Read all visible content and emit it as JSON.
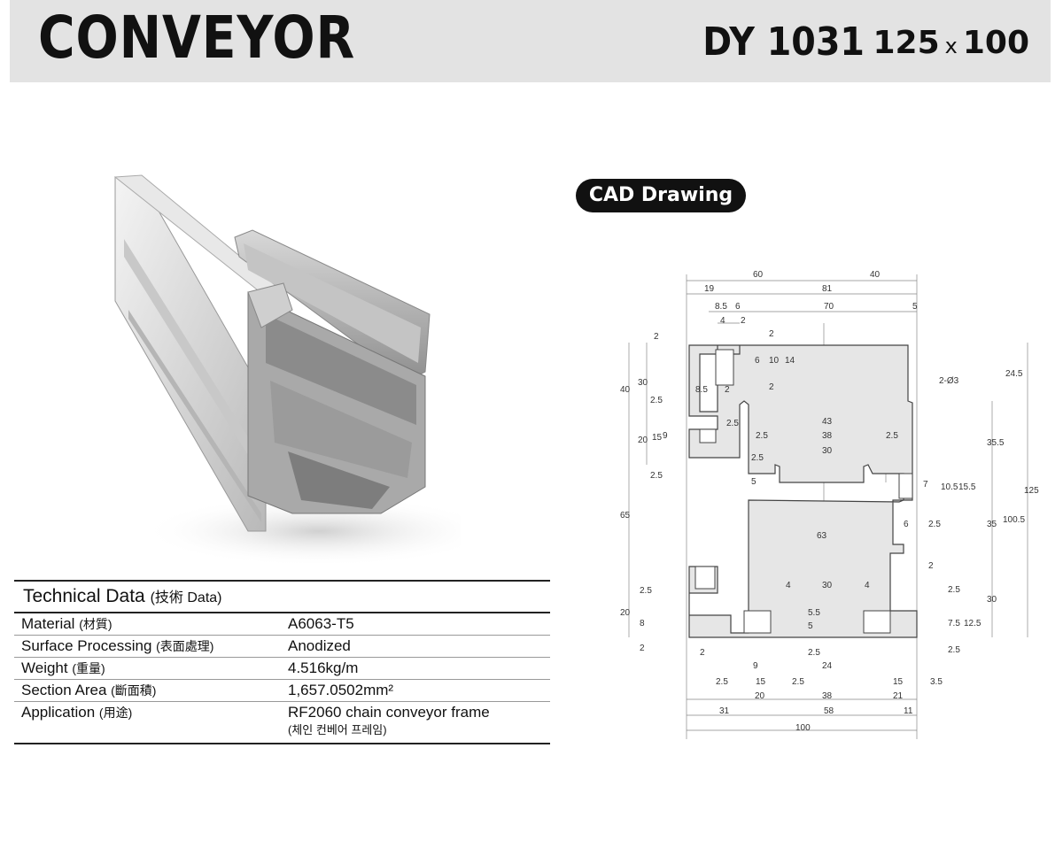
{
  "header": {
    "title": "CONVEYOR",
    "model": "DY 1031",
    "dim_width": "125",
    "dim_sep": "x",
    "dim_height": "100"
  },
  "cad": {
    "badge": "CAD Drawing",
    "dimensions": {
      "top": [
        "60",
        "40",
        "19",
        "81",
        "8.5",
        "6",
        "70",
        "5",
        "4",
        "2"
      ],
      "left": [
        "40",
        "30",
        "2",
        "2.5",
        "20",
        "15",
        "2.5",
        "65",
        "20",
        "2.5",
        "8",
        "2"
      ],
      "inner": [
        "6",
        "10",
        "14",
        "2",
        "2",
        "8.5",
        "2",
        "9",
        "2.5",
        "43",
        "2.5",
        "38",
        "2.5",
        "30",
        "5",
        "2.5",
        "7",
        "10.5",
        "15.5",
        "63",
        "6",
        "2.5",
        "2",
        "4",
        "30",
        "4",
        "5.5",
        "5",
        "2.5",
        "24",
        "2-Ø3"
      ],
      "right": [
        "24.5",
        "35.5",
        "125",
        "100.5",
        "35",
        "30",
        "2.5",
        "7.5",
        "12.5",
        "2.5"
      ],
      "bottom": [
        "2",
        "9",
        "2.5",
        "15",
        "2.5",
        "15",
        "3.5",
        "20",
        "38",
        "21",
        "31",
        "58",
        "11",
        "100"
      ]
    }
  },
  "tech": {
    "title": "Technical Data",
    "title_cn": "(技術 Data)",
    "rows": [
      {
        "label": "Material",
        "label_cn": "(材質)",
        "value": "A6063-T5"
      },
      {
        "label": "Surface Processing",
        "label_cn": "(表面處理)",
        "value": "Anodized"
      },
      {
        "label": "Weight",
        "label_cn": "(重量)",
        "value": "4.516kg/m"
      },
      {
        "label": "Section Area",
        "label_cn": "(斷面積)",
        "value": "1,657.0502mm²"
      },
      {
        "label": "Application",
        "label_cn": "(用途)",
        "value": "RF2060 chain conveyor frame",
        "value_sub": "(체인 컨베어 프레임)"
      }
    ]
  }
}
